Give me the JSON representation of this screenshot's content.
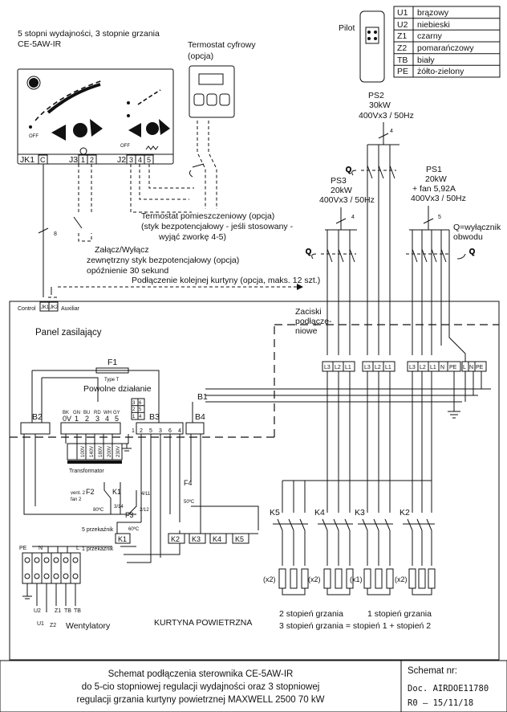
{
  "header_left": {
    "line1": "5 stopni wydajności, 3 stopnie grzania",
    "line2": "CE-5AW-IR"
  },
  "controller": {
    "off_label_1": "OFF",
    "off_label_2": "OFF",
    "terminals": {
      "jk1": "JK1",
      "c": "C",
      "j3": "J3",
      "j3_1": "1",
      "j3_2": "2",
      "j2": "J2",
      "j2_3": "3",
      "j2_4": "4",
      "j2_5": "5"
    }
  },
  "thermostat_digital": {
    "line1": "Termostat cyfrowy",
    "line2": "(opcja)"
  },
  "pilot": {
    "label": "Pilot"
  },
  "wire_legend": [
    {
      "code": "U1",
      "color": "brązowy"
    },
    {
      "code": "U2",
      "color": "niebieski"
    },
    {
      "code": "Z1",
      "color": "czarny"
    },
    {
      "code": "Z2",
      "color": "pomarańczowy"
    },
    {
      "code": "TB",
      "color": "biały"
    },
    {
      "code": "PE",
      "color": "żółto-zielony"
    }
  ],
  "ps2": {
    "name": "PS2",
    "power": "30kW",
    "supply": "400Vx3 / 50Hz",
    "cable": "4"
  },
  "ps3": {
    "name": "PS3",
    "power": "20kW",
    "supply": "400Vx3 / 50Hz",
    "cable": "4"
  },
  "ps1": {
    "name": "PS1",
    "power": "20kW",
    "extra": "+ fan 5,92A",
    "supply": "400Vx3 / 50Hz",
    "cable": "5"
  },
  "q_label": "Q",
  "q_desc": {
    "line1": "Q=wyłącznik",
    "line2": "obwodu"
  },
  "room_thermostat": {
    "line1": "Termostat pomieszczeniowy (opcja)",
    "line2": "(styk bezpotencjałowy - jeśli stosowany -",
    "line3": "wyjąć zworkę 4-5)"
  },
  "cable_8": "8",
  "onoff": {
    "line1": "Załącz/Wyłącz",
    "line2": "zewnętrzny styk bezpotencjałowy (opcja)",
    "line3": "opóźnienie 30 sekund"
  },
  "next_curtain": "Podłączenie kolejnej kurtyny (opcja, maks. 12 szt.)",
  "control_terminals": {
    "control": "Control",
    "jk1": "JK1",
    "jk2": "JK2",
    "auxiliar": "Auxiliar"
  },
  "panel_label": "Panel zasilający",
  "terminals_label": {
    "line1": "Zaciski",
    "line2": "podłącze-",
    "line3": "niowe"
  },
  "terminal_blocks": {
    "ps3": [
      "L3",
      "L2",
      "L1"
    ],
    "ps2": [
      "L3",
      "L2",
      "L1"
    ],
    "ps1": [
      "L3",
      "L2",
      "L1",
      "N",
      "PE"
    ],
    "out": [
      "L",
      "N",
      "PE"
    ]
  },
  "fuse": {
    "name": "F1",
    "type": "Type T",
    "desc": "Powolne działanie"
  },
  "b_labels": {
    "b1": "B1",
    "b2": "B2",
    "b3": "B3",
    "b4": "B4"
  },
  "transformer": {
    "label": "Transformator",
    "colors": [
      "BK",
      "GN",
      "BU",
      "RD",
      "WH",
      "GY"
    ],
    "taps": [
      "0V",
      "1",
      "2",
      "3",
      "4",
      "5"
    ],
    "voltages": [
      "",
      "100V",
      "140V",
      "180V",
      "200V",
      "230V"
    ]
  },
  "b3_terminals": [
    "1",
    "2",
    "5",
    "3",
    "6",
    "4"
  ],
  "b3_side": [
    "3",
    "6",
    "2",
    "5",
    "1",
    "4"
  ],
  "f2": {
    "name": "F2",
    "temp": "80ºC",
    "note1": "vent. 2",
    "note2": "fan 2"
  },
  "f3": {
    "name": "F3",
    "temp": "60ºC"
  },
  "f4": {
    "name": "F4",
    "temp": "50ºC"
  },
  "k1_label": "K1",
  "k1_pins_a": "3/14",
  "k1_pins_b": "2/12",
  "k1_pins_c": "4/11",
  "relay5_label": "5 przekaźnik",
  "relay1_label": "1 przekaźnik",
  "relays": [
    "K1",
    "K2",
    "K3",
    "K4",
    "K5"
  ],
  "fan_terminals": [
    "PE",
    "N",
    "",
    "",
    "L"
  ],
  "fan_wires": {
    "u2": "U2",
    "u1": "U1",
    "z1": "Z1",
    "z2": "Z2",
    "tb1": "TB",
    "tb2": "TB"
  },
  "fans_label": "Wentylatory",
  "curtain_label": "KURTYNA POWIETRZNA",
  "heater_groups": [
    {
      "contactor": "K5",
      "mult": "(x2)"
    },
    {
      "contactor": "K4",
      "mult": "(x2)"
    },
    {
      "contactor": "K3",
      "mult": "(x1)"
    },
    {
      "contactor": "K2",
      "mult": "(x2)"
    }
  ],
  "stage2": "2 stopień grzania",
  "stage1": "1 stopień grzania",
  "stage3": "3 stopień grzania = stopień 1 + stopień 2",
  "title": {
    "line1": "Schemat podłączenia sterownika CE-5AW-IR",
    "line2": "do 5-cio stopniowej regulacji wydajności oraz 3 stopniowej",
    "line3": "regulacji grzania kurtyny powietrznej MAXWELL 2500 70 kW"
  },
  "scheme": {
    "label": "Schemat nr:",
    "doc": "Doc.  AIRDOE11780",
    "rev": "R0  –  15/11/18"
  }
}
